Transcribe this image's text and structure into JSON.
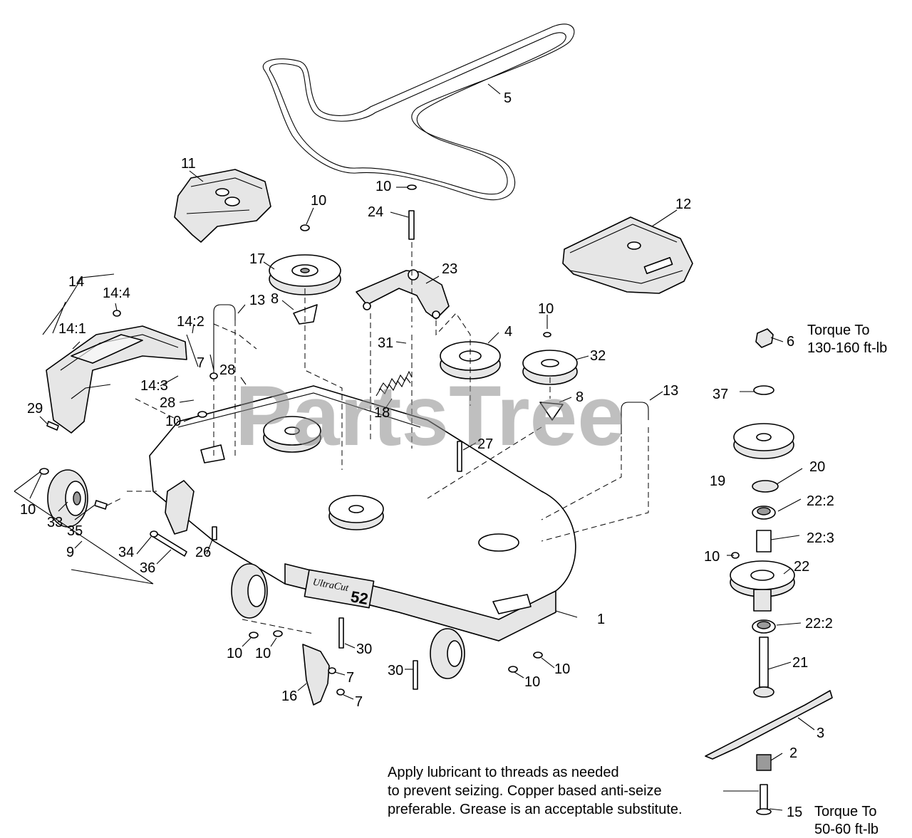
{
  "watermark": "PartsTree",
  "notes": {
    "torque_top_line1": "Torque To",
    "torque_top_line2": "130-160 ft-lb",
    "torque_bottom_line1": "Torque To",
    "torque_bottom_line2": "50-60 ft-lb",
    "lubricant_line1": "Apply lubricant to threads as needed",
    "lubricant_line2": "to prevent seizing. Copper based anti-seize",
    "lubricant_line3": "preferable. Grease is an acceptable substitute."
  },
  "decals": {
    "deck_brand": "UltraCut",
    "deck_size": "52"
  },
  "callouts": [
    {
      "id": "c1",
      "text": "1"
    },
    {
      "id": "c2",
      "text": "2"
    },
    {
      "id": "c3",
      "text": "3"
    },
    {
      "id": "c4",
      "text": "4"
    },
    {
      "id": "c5",
      "text": "5"
    },
    {
      "id": "c6",
      "text": "6"
    },
    {
      "id": "c7a",
      "text": "7"
    },
    {
      "id": "c7b",
      "text": "7"
    },
    {
      "id": "c7c",
      "text": "7"
    },
    {
      "id": "c8a",
      "text": "8"
    },
    {
      "id": "c8b",
      "text": "8"
    },
    {
      "id": "c9",
      "text": "9"
    },
    {
      "id": "c10a",
      "text": "10"
    },
    {
      "id": "c10b",
      "text": "10"
    },
    {
      "id": "c10c",
      "text": "10"
    },
    {
      "id": "c10d",
      "text": "10"
    },
    {
      "id": "c10e",
      "text": "10"
    },
    {
      "id": "c10f",
      "text": "10"
    },
    {
      "id": "c10g",
      "text": "10"
    },
    {
      "id": "c10h",
      "text": "10"
    },
    {
      "id": "c10i",
      "text": "10"
    },
    {
      "id": "c10j",
      "text": "10"
    },
    {
      "id": "c10k",
      "text": "10"
    },
    {
      "id": "c11",
      "text": "11"
    },
    {
      "id": "c12",
      "text": "12"
    },
    {
      "id": "c13a",
      "text": "13"
    },
    {
      "id": "c13b",
      "text": "13"
    },
    {
      "id": "c14",
      "text": "14"
    },
    {
      "id": "c14_1",
      "text": "14:1"
    },
    {
      "id": "c14_2",
      "text": "14:2"
    },
    {
      "id": "c14_3",
      "text": "14:3"
    },
    {
      "id": "c14_4",
      "text": "14:4"
    },
    {
      "id": "c15",
      "text": "15"
    },
    {
      "id": "c16",
      "text": "16"
    },
    {
      "id": "c17",
      "text": "17"
    },
    {
      "id": "c18",
      "text": "18"
    },
    {
      "id": "c19",
      "text": "19"
    },
    {
      "id": "c20",
      "text": "20"
    },
    {
      "id": "c21",
      "text": "21"
    },
    {
      "id": "c22",
      "text": "22"
    },
    {
      "id": "c22_2a",
      "text": "22:2"
    },
    {
      "id": "c22_2b",
      "text": "22:2"
    },
    {
      "id": "c22_3",
      "text": "22:3"
    },
    {
      "id": "c23",
      "text": "23"
    },
    {
      "id": "c24",
      "text": "24"
    },
    {
      "id": "c26",
      "text": "26"
    },
    {
      "id": "c27",
      "text": "27"
    },
    {
      "id": "c28a",
      "text": "28"
    },
    {
      "id": "c28b",
      "text": "28"
    },
    {
      "id": "c29",
      "text": "29"
    },
    {
      "id": "c30a",
      "text": "30"
    },
    {
      "id": "c30b",
      "text": "30"
    },
    {
      "id": "c31",
      "text": "31"
    },
    {
      "id": "c32",
      "text": "32"
    },
    {
      "id": "c33",
      "text": "33"
    },
    {
      "id": "c34",
      "text": "34"
    },
    {
      "id": "c35",
      "text": "35"
    },
    {
      "id": "c36",
      "text": "36"
    },
    {
      "id": "c37",
      "text": "37"
    }
  ]
}
